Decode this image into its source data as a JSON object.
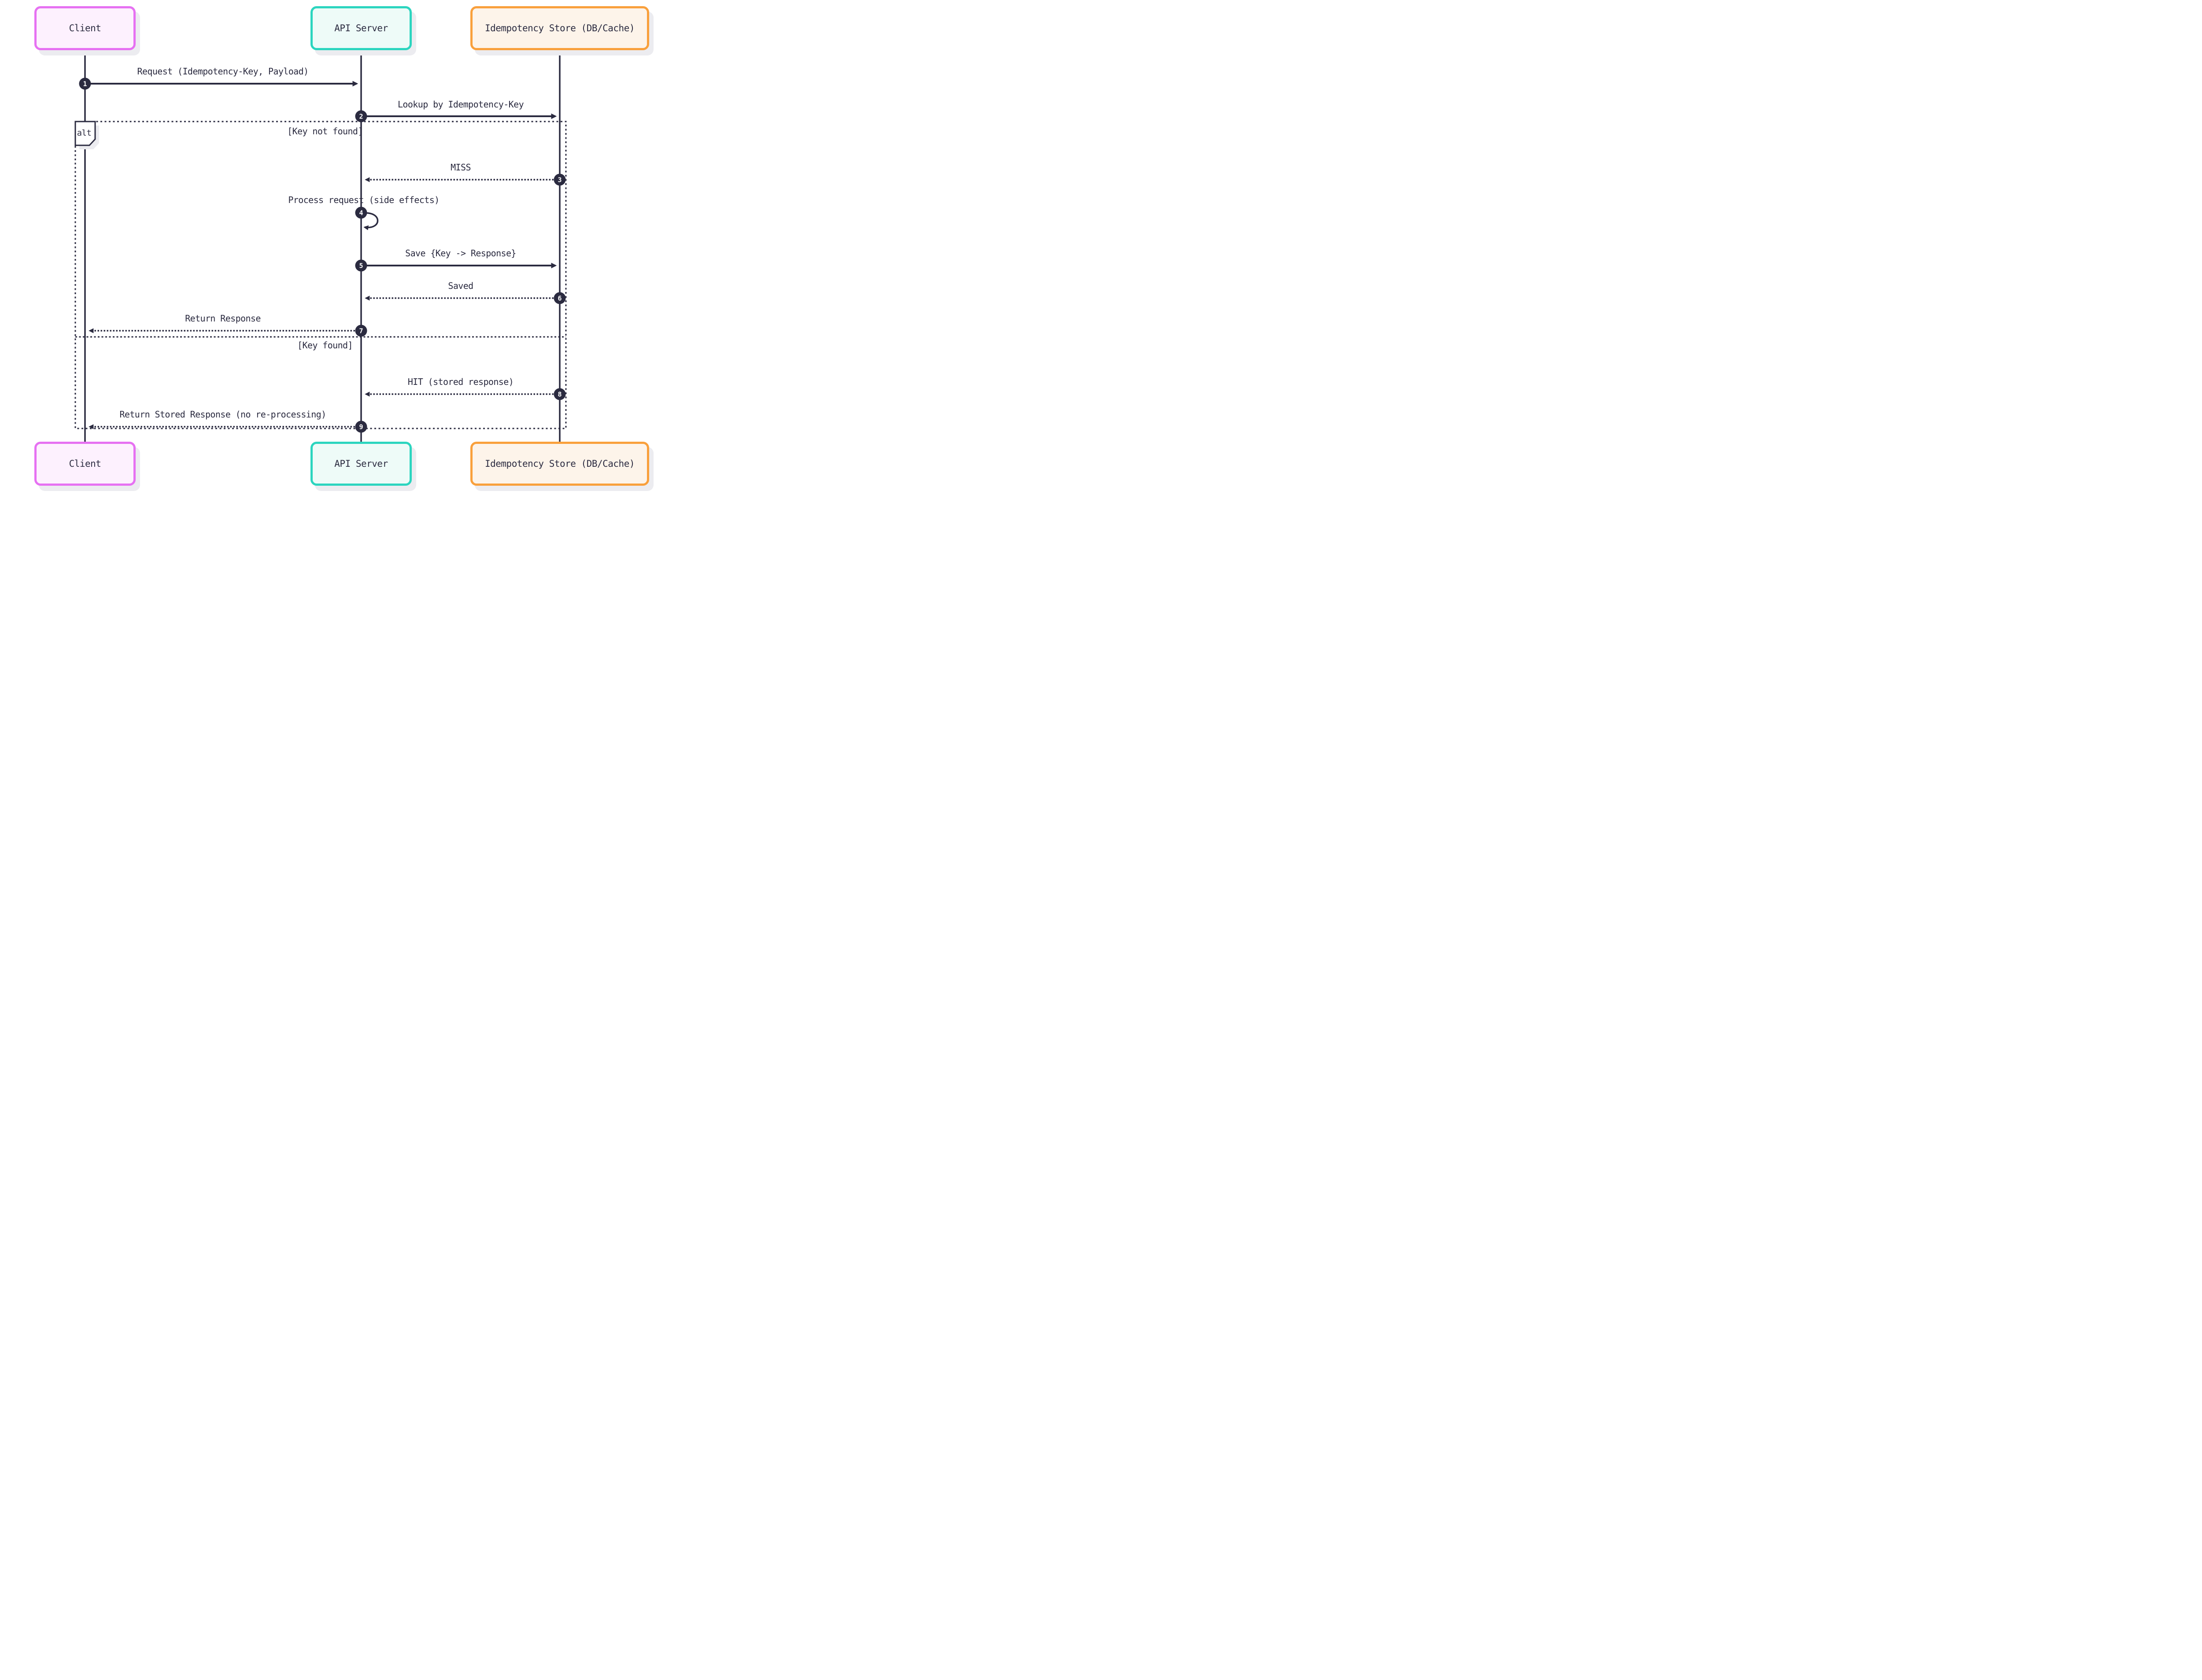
{
  "diagram": {
    "type": "sequence",
    "actors": [
      {
        "id": "client",
        "label": "Client"
      },
      {
        "id": "api-server",
        "label": "API Server"
      },
      {
        "id": "store",
        "label": "Idempotency Store (DB/Cache)"
      }
    ],
    "messages": [
      {
        "seq": "1",
        "from": "client",
        "to": "api-server",
        "line": "solid",
        "label": "Request (Idempotency-Key, Payload)"
      },
      {
        "seq": "2",
        "from": "api-server",
        "to": "store",
        "line": "solid",
        "label": "Lookup by Idempotency-Key"
      },
      {
        "seq": "3",
        "from": "store",
        "to": "api-server",
        "line": "dotted",
        "label": "MISS"
      },
      {
        "seq": "4",
        "from": "api-server",
        "to": "api-server",
        "line": "self",
        "label": "Process request (side effects)"
      },
      {
        "seq": "5",
        "from": "api-server",
        "to": "store",
        "line": "solid",
        "label": "Save {Key -> Response}"
      },
      {
        "seq": "6",
        "from": "store",
        "to": "api-server",
        "line": "dotted",
        "label": "Saved"
      },
      {
        "seq": "7",
        "from": "api-server",
        "to": "client",
        "line": "dotted",
        "label": "Return Response"
      },
      {
        "seq": "8",
        "from": "store",
        "to": "api-server",
        "line": "dotted",
        "label": "HIT (stored response)"
      },
      {
        "seq": "9",
        "from": "api-server",
        "to": "client",
        "line": "dotted",
        "label": "Return Stored Response (no re-processing)"
      }
    ],
    "alt_block": {
      "label": "alt",
      "conditions": [
        {
          "text": "[Key not found]"
        },
        {
          "text": "[Key found]"
        }
      ]
    },
    "colors": {
      "ink": "#2b2b40",
      "client_border": "#e671f2",
      "client_fill": "#fdf1fe",
      "api_border": "#2cd5bf",
      "api_fill": "#eefbf8",
      "store_border": "#f9a03c",
      "store_fill": "#fdf4ea",
      "shadow": "#ececf0",
      "background": "#ffffff"
    }
  }
}
